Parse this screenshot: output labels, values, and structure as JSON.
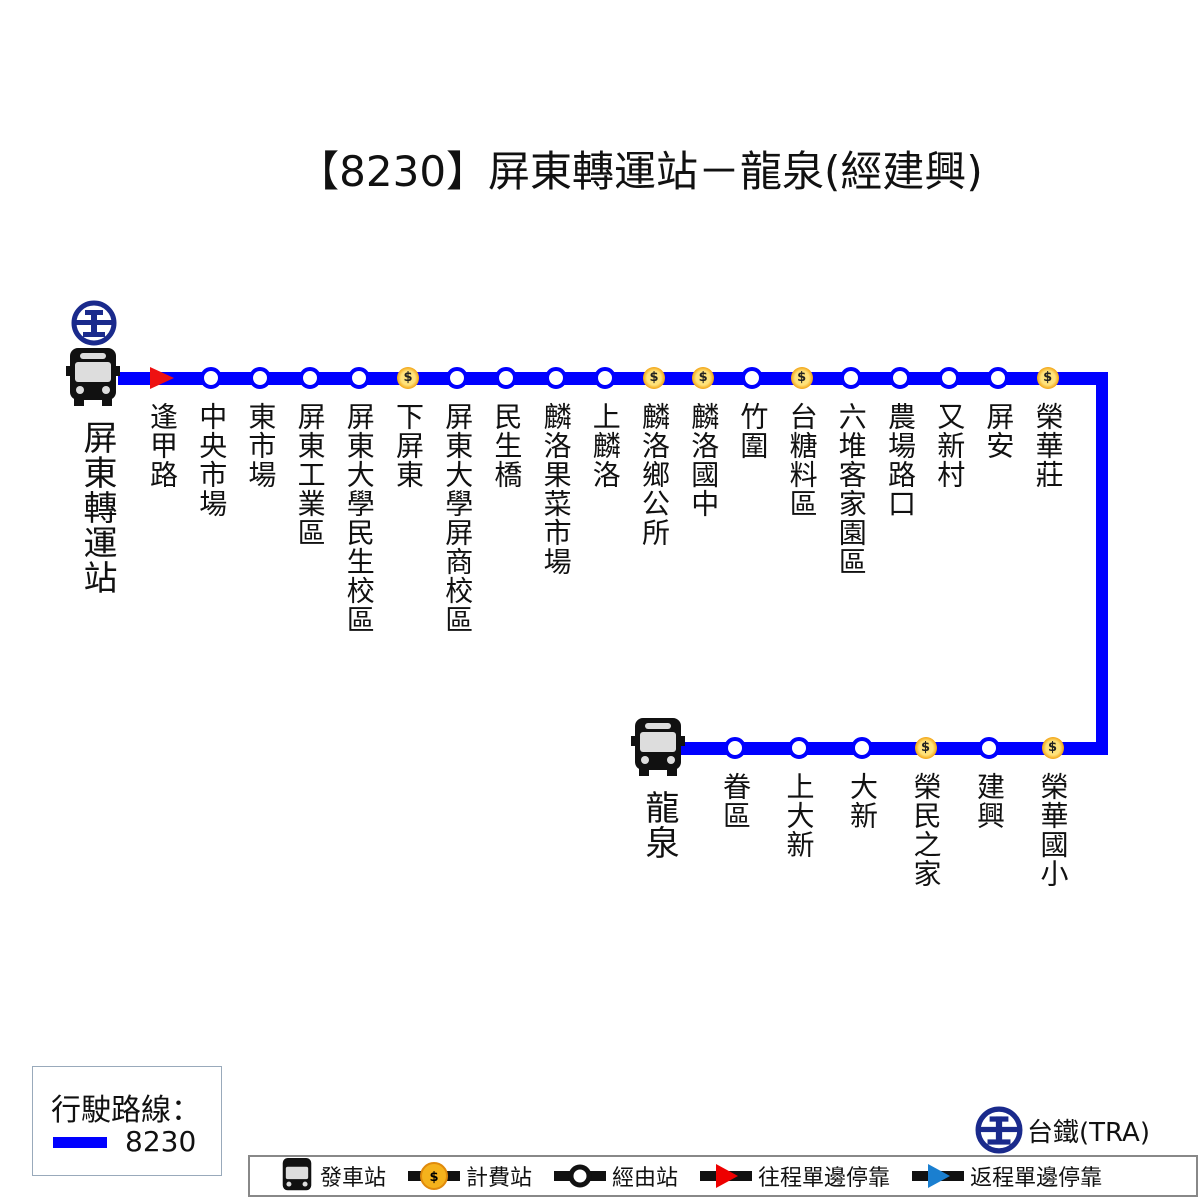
{
  "title": "【8230】屏東轉運站－龍泉(經建興)",
  "origin": {
    "name": "屏東轉運站"
  },
  "destination": {
    "name": "龍泉"
  },
  "top_stops": [
    {
      "name": "逢甲路",
      "type": "outbound-arrow"
    },
    {
      "name": "中央市場",
      "type": "normal"
    },
    {
      "name": "東市場",
      "type": "normal"
    },
    {
      "name": "屏東工業區",
      "type": "normal"
    },
    {
      "name": "屏東大學民生校區",
      "type": "normal"
    },
    {
      "name": "下屏東",
      "type": "fare"
    },
    {
      "name": "屏東大學屏商校區",
      "type": "normal"
    },
    {
      "name": "民生橋",
      "type": "normal"
    },
    {
      "name": "麟洛果菜市場",
      "type": "normal"
    },
    {
      "name": "上麟洛",
      "type": "normal"
    },
    {
      "name": "麟洛鄉公所",
      "type": "fare"
    },
    {
      "name": "麟洛國中",
      "type": "fare"
    },
    {
      "name": "竹圍",
      "type": "normal"
    },
    {
      "name": "台糖料區",
      "type": "fare"
    },
    {
      "name": "六堆客家園區",
      "type": "normal"
    },
    {
      "name": "農場路口",
      "type": "normal"
    },
    {
      "name": "又新村",
      "type": "normal"
    },
    {
      "name": "屏安",
      "type": "normal"
    },
    {
      "name": "榮華莊",
      "type": "fare"
    }
  ],
  "bottom_stops": [
    {
      "name": "眷區",
      "type": "normal"
    },
    {
      "name": "上大新",
      "type": "normal"
    },
    {
      "name": "大新",
      "type": "normal"
    },
    {
      "name": "榮民之家",
      "type": "fare"
    },
    {
      "name": "建興",
      "type": "normal"
    },
    {
      "name": "榮華國小",
      "type": "fare"
    }
  ],
  "route_legend": {
    "title": "行駛路線：",
    "route": "8230",
    "color": "#0000ff"
  },
  "tra_legend": {
    "label": "台鐵(TRA)"
  },
  "legend": {
    "terminal": "發車站",
    "fare": "計費站",
    "via": "經由站",
    "outbound": "往程單邊停靠",
    "inbound": "返程單邊停靠"
  },
  "fare_symbol": "$"
}
